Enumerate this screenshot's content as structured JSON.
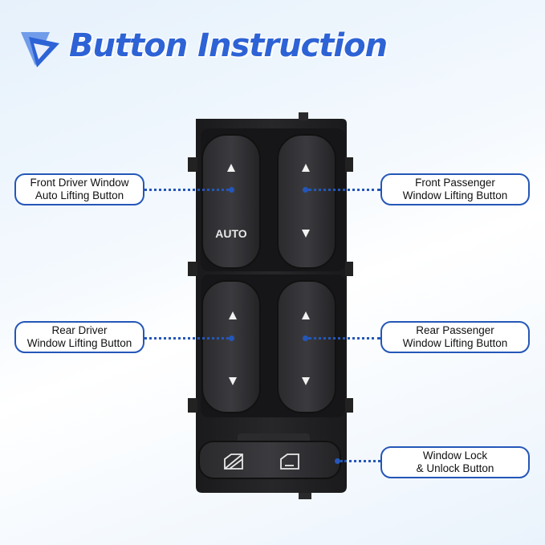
{
  "header": {
    "title": "Button Instruction",
    "logo_icon": "play-triangle-logo-icon"
  },
  "colors": {
    "accent": "#2e63d6",
    "outline": "#2457b8",
    "panel": "#1f1f21"
  },
  "labels": {
    "front_driver": {
      "line1": "Front Driver Window",
      "line2": "Auto Lifting Button"
    },
    "front_passenger": {
      "line1": "Front Passenger",
      "line2": "Window Lifting Button"
    },
    "rear_driver": {
      "line1": "Rear Driver",
      "line2": "Window Lifting Button"
    },
    "rear_passenger": {
      "line1": "Rear Passenger",
      "line2": "Window Lifting Button"
    },
    "window_lock": {
      "line1": "Window Lock",
      "line2": "& Unlock Button"
    }
  },
  "switch": {
    "auto_text": "AUTO",
    "up_icon": "arrow-up-icon",
    "down_icon": "arrow-down-icon"
  }
}
